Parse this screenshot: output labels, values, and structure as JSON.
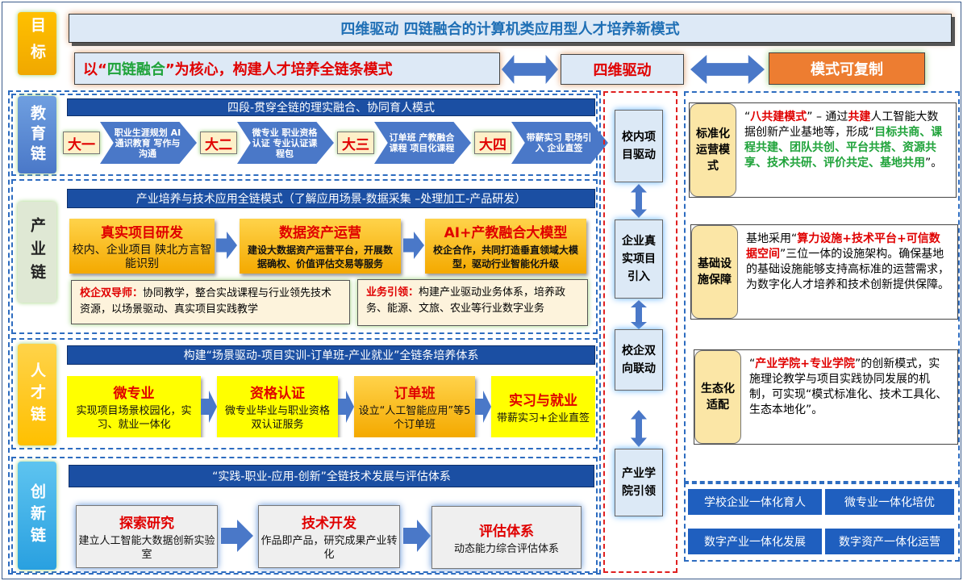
{
  "goal": {
    "label": "目标",
    "title": "四维驱动 四链融合的计算机类应用型人才培养新模式",
    "core_prefix": "以“",
    "core_highlight": "四链融合",
    "core_suffix": "”为核心，构建人才培养全链条模式",
    "drive": "四维驱动",
    "replicable": "模式可复制"
  },
  "chains": {
    "education": {
      "label": "教育链",
      "banner": "四段-贯穿全链的理实融合、协同育人模式",
      "steps": [
        {
          "year": "大一",
          "content": "职业生涯规划 AI通识教育 写作与沟通"
        },
        {
          "year": "大二",
          "content": "微专业 职业资格认证 专业认证课程包"
        },
        {
          "year": "大三",
          "content": "订单班 产教融合课程 项目化课程"
        },
        {
          "year": "大四",
          "content": "带薪实习 职场引入 企业直签"
        }
      ]
    },
    "industry": {
      "label": "产业链",
      "banner": "产业培养与技术应用全链模式（了解应用场景-数据采集 –处理加工-产品研发）",
      "cards": [
        {
          "title": "真实项目研发",
          "body": "校内、企业项目 陕北方言智能识别"
        },
        {
          "title": "数据资产运营",
          "body": "建设大数据资产运营平台，开展数据确权、价值评估交易等服务"
        },
        {
          "title": "AI+产教融合大模型",
          "body": "校企合作，共同打造垂直领域大模型，驱动行业智能化升级"
        }
      ],
      "notes": [
        {
          "title": "校企双导师：",
          "body": "协同教学，整合实战课程与行业领先技术资源，以场景驱动、真实项目实践教学"
        },
        {
          "title": "业务引领：",
          "body": "构建产业驱动业务体系，培养政务、能源、文旅、农业等行业数字业务"
        }
      ]
    },
    "talent": {
      "label": "人才链",
      "banner": "构建“场景驱动-项目实训-订单班-产业就业”全链条培养体系",
      "cards": [
        {
          "title": "微专业",
          "body": "实现项目场景校园化，实习、就业一体化"
        },
        {
          "title": "资格认证",
          "body": "微专业毕业与职业资格双认证服务"
        },
        {
          "title": "订单班",
          "body": "设立“人工智能应用”等5个订单班"
        },
        {
          "title": "实习与就业",
          "body": "带薪实习+企业直签"
        }
      ]
    },
    "innovation": {
      "label": "创新链",
      "banner": "“实践-职业-应用-创新”全链技术发展与评估体系",
      "cards": [
        {
          "title": "探索研究",
          "body": "建立人工智能大数据创新实验室"
        },
        {
          "title": "技术开发",
          "body": "作品即产品，研究成果产业转化"
        },
        {
          "title": "评估体系",
          "body": "动态能力综合评估体系"
        }
      ]
    }
  },
  "drivers": [
    "校内项目驱动",
    "企业真实项目引入",
    "校企双向联动",
    "产业学院引领"
  ],
  "right": {
    "cards": [
      {
        "label": "标准化运营模式",
        "parts": [
          [
            "“",
            ""
          ],
          [
            "八共建模式",
            "red"
          ],
          [
            "” – 通过",
            ""
          ],
          [
            "共建",
            "red"
          ],
          [
            "人工智能大数据创新产业基地等，形成“",
            ""
          ],
          [
            "目标共商、课程共建、团队共创、平台共搭、资源共享、技术共研、评价共定、基地共用",
            "green"
          ],
          [
            "”。",
            ""
          ]
        ]
      },
      {
        "label": "基础设施保障",
        "parts": [
          [
            "基地采用“",
            ""
          ],
          [
            "算力设施+技术平台+可信数据空间",
            "red"
          ],
          [
            "”三位一体的设施架构。确保基地的基础设施能够支持高标准的运营需求，为数字化人才培养和技术创新提供保障。",
            ""
          ]
        ]
      },
      {
        "label": "生态化适配",
        "parts": [
          [
            "“",
            ""
          ],
          [
            "产业学院+专业学院",
            "red"
          ],
          [
            "”的创新模式，实施理论教学与项目实践协同发展的机制，可实现“模式标准化、技术工具化、生态本地化”。",
            ""
          ]
        ]
      }
    ],
    "buttons": [
      "学校企业一体化育人",
      "微专业一体化培优",
      "数字产业一体化发展",
      "数字资产一体化运营"
    ]
  },
  "colors": {
    "banner": "#1b4fa3",
    "accent_red": "#e00000",
    "accent_green": "#1fa33a",
    "orange": "#ed7d31",
    "yellow": "#ffc000"
  }
}
